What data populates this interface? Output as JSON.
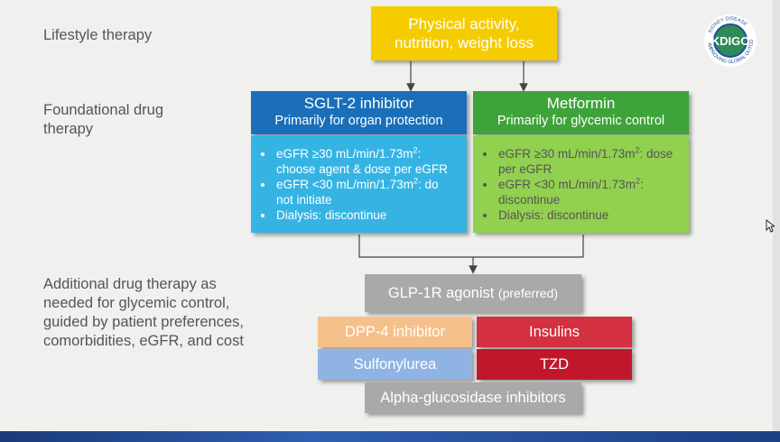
{
  "labels": {
    "lifestyle": "Lifestyle therapy",
    "foundational": "Foundational drug therapy",
    "additional": "Additional drug therapy as needed for glycemic control, guided by patient preferences, comorbidities, eGFR, and cost"
  },
  "top_box": {
    "line1": "Physical activity,",
    "line2": "nutrition, weight loss"
  },
  "sglt2": {
    "title": "SGLT-2 inhibitor",
    "subtitle": "Primarily for organ protection",
    "bullets": [
      {
        "pre": "eGFR ≥30 mL/min/1.73m",
        "sup": "2",
        "post": ": choose agent & dose per eGFR"
      },
      {
        "pre": "eGFR <30 mL/min/1.73m",
        "sup": "2",
        "post": ": do not initiate"
      },
      {
        "pre": "Dialysis: discontinue",
        "sup": "",
        "post": ""
      }
    ]
  },
  "metformin": {
    "title": "Metformin",
    "subtitle": "Primarily for glycemic control",
    "bullets": [
      {
        "pre": "eGFR ≥30 mL/min/1.73m",
        "sup": "2",
        "post": ": dose per eGFR"
      },
      {
        "pre": "eGFR <30 mL/min/1.73m",
        "sup": "2",
        "post": ": discontinue"
      },
      {
        "pre": "Dialysis: discontinue",
        "sup": "",
        "post": ""
      }
    ]
  },
  "additional": {
    "glp1": "GLP-1R agonist",
    "glp1_note": "(preferred)",
    "dpp4": "DPP-4 inhibitor",
    "insulins": "Insulins",
    "sulfonylurea": "Sulfonylurea",
    "tzd": "TZD",
    "alpha": "Alpha-glucosidase inhibitors"
  },
  "logo": {
    "brand": "KDIGO",
    "ring_top": "KIDNEY DISEASE",
    "ring_bottom": "IMPROVING GLOBAL OUTCOMES"
  },
  "colors": {
    "yellow": "#f5cc00",
    "sglt2_head": "#1a6fb8",
    "sglt2_body": "#35b4e4",
    "metformin_head": "#3ea33b",
    "metformin_body": "#92d050",
    "grey": "#a9a9a9",
    "dpp4": "#f6c08a",
    "insulins": "#d33040",
    "sulfonylurea": "#8fb4e3",
    "tzd": "#c0182a"
  }
}
